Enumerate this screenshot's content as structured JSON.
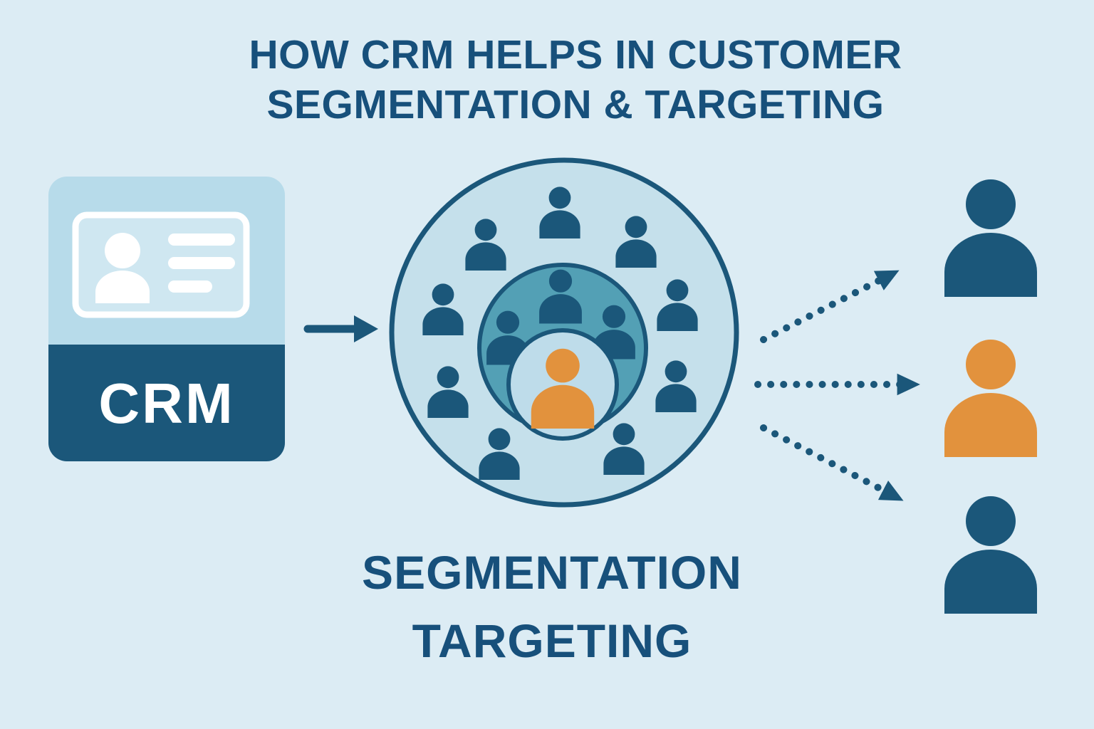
{
  "title": {
    "line1": "HOW CRM HELPS IN CUSTOMER",
    "line2": "SEGMENTATION & TARGETING"
  },
  "crm_card": {
    "label": "CRM"
  },
  "caption": {
    "line1": "SEGMENTATION",
    "line2": "TARGETING"
  },
  "icons": {
    "crm_card": "crm-database-card",
    "id_card": "contact-id-card",
    "flow_arrow": "right-arrow",
    "audience_circle": "customer-audience-circle",
    "segment_circle": "segment-circle",
    "target_person": "highlighted-target-customer",
    "dotted_arrows": "targeting-dotted-arrows",
    "right_customers": [
      "customer-dark",
      "customer-highlighted-orange",
      "customer-dark"
    ]
  },
  "colors": {
    "background": "#dcecf4",
    "title_text": "#17507b",
    "dark_blue": "#1b577a",
    "teal": "#53a0b5",
    "orange": "#e2923d",
    "audience_fill": "#c5e0eb",
    "card_panel_light": "#b7dbea",
    "inner_circle_fill": "#bedcea",
    "white": "#ffffff"
  }
}
